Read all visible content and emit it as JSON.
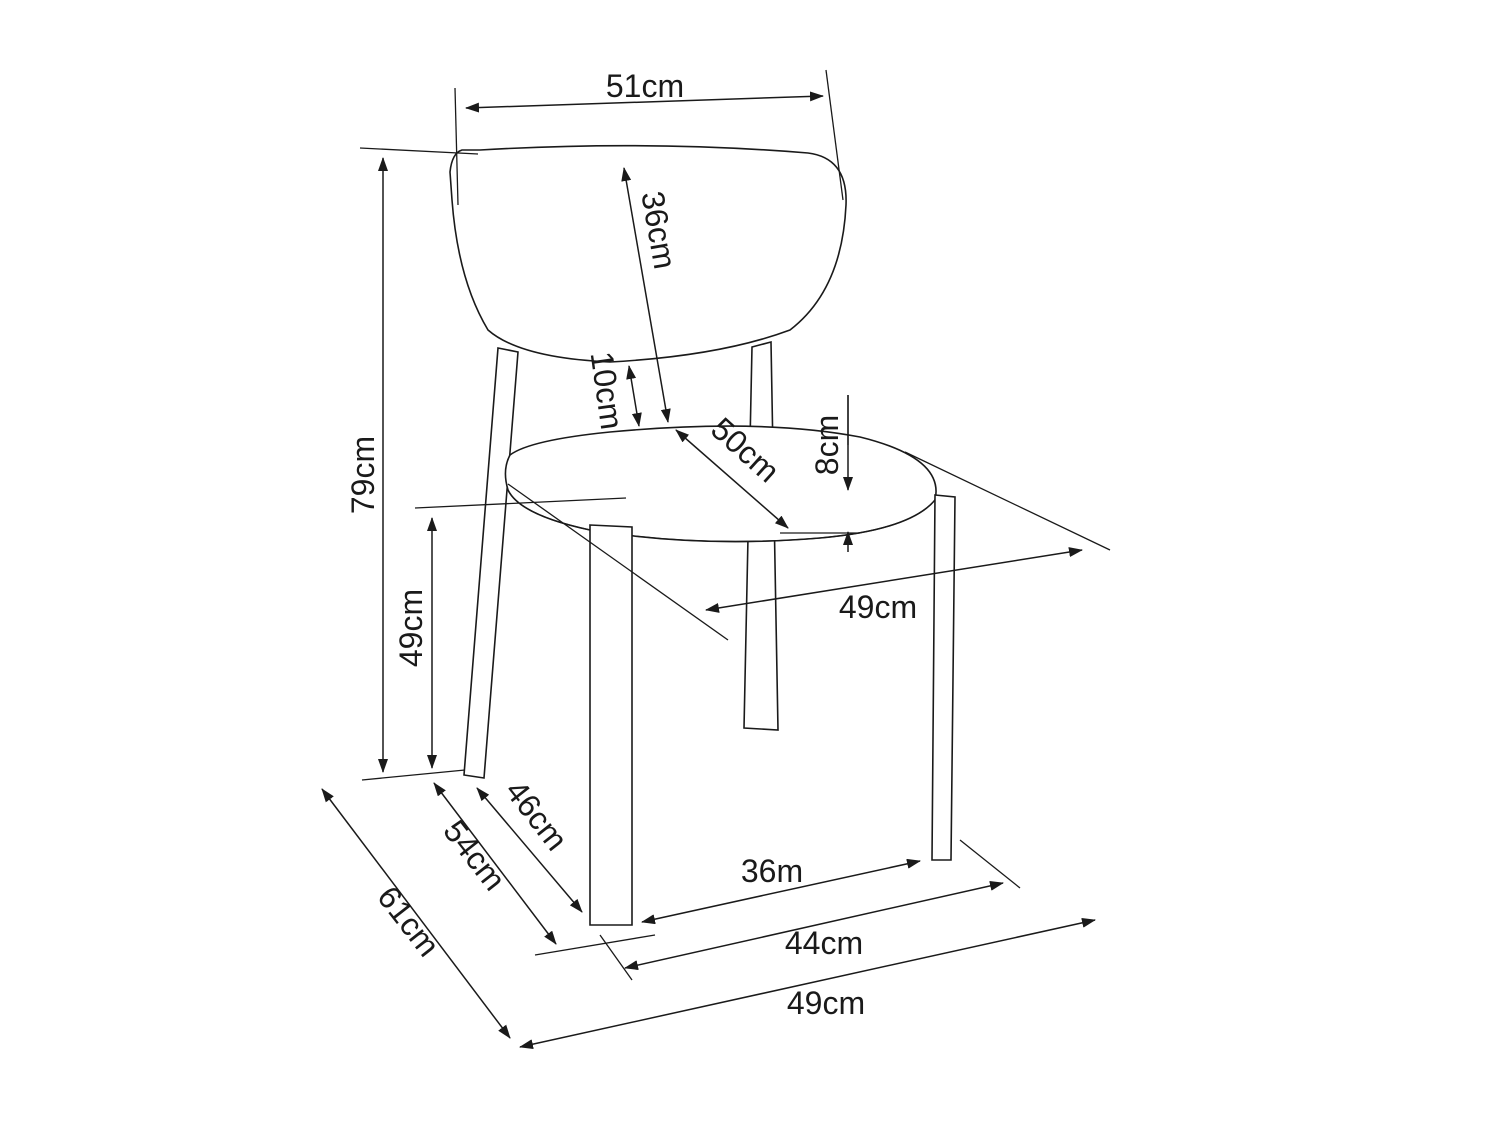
{
  "diagram": {
    "subject": "chair",
    "line_color": "#1a1a1a",
    "background": "#ffffff",
    "dimensions": {
      "backrest_width": "51cm",
      "backrest_height": "36cm",
      "backrest_gap": "10cm",
      "seat_depth": "50cm",
      "seat_thickness": "8cm",
      "seat_width": "49cm",
      "total_height": "79cm",
      "seat_height": "49cm",
      "depth_inner": "46cm",
      "depth_legs": "54cm",
      "depth_total": "61cm",
      "width_inner": "36m",
      "width_legs": "44cm",
      "width_total": "49cm"
    }
  }
}
